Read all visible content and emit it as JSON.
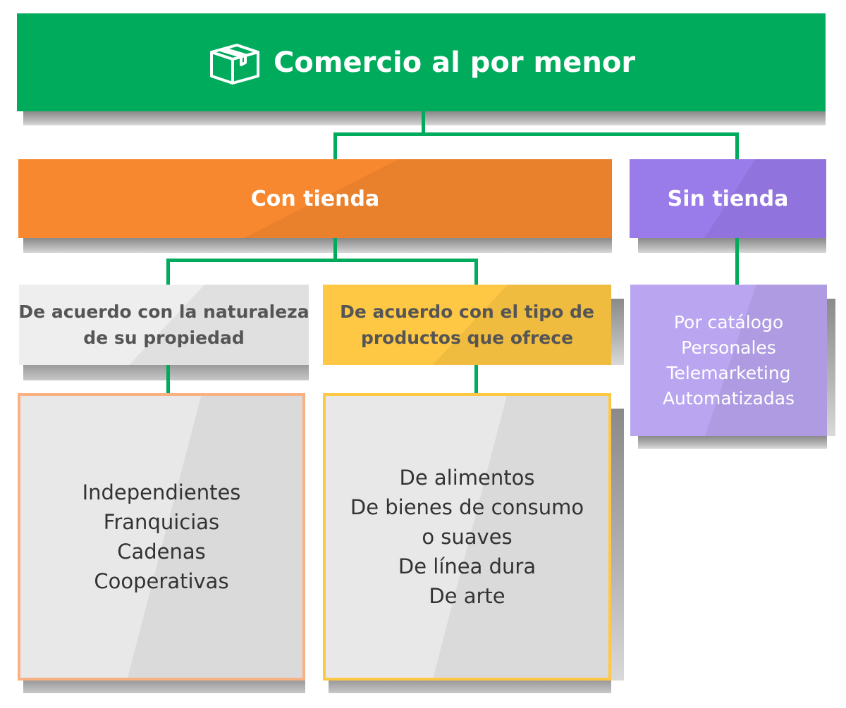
{
  "root": {
    "title": "Comercio al por menor",
    "icon": "package-box-icon"
  },
  "branches": {
    "con_tienda": {
      "label": "Con tienda",
      "groups": [
        {
          "label_lines": [
            "De acuerdo con la naturaleza",
            "de su propiedad"
          ],
          "items": [
            "Independientes",
            "Franquicias",
            "Cadenas",
            "Cooperativas"
          ]
        },
        {
          "label_lines": [
            "De acuerdo con el tipo de",
            "productos que ofrece"
          ],
          "items": [
            "De alimentos",
            "De bienes de consumo",
            "o suaves",
            "De línea dura",
            "De arte"
          ]
        }
      ]
    },
    "sin_tienda": {
      "label": "Sin tienda",
      "items": [
        "Por catálogo",
        "Personales",
        "Telemarketing",
        "Automatizadas"
      ]
    }
  },
  "colors": {
    "green": "#00ab5c",
    "orange": "#f7882f",
    "purple": "#9a7bea",
    "light_purple": "#b9a5f0",
    "yellow": "#ffc844",
    "light_gray": "#eeeeef",
    "peach_border": "#f9b183"
  }
}
